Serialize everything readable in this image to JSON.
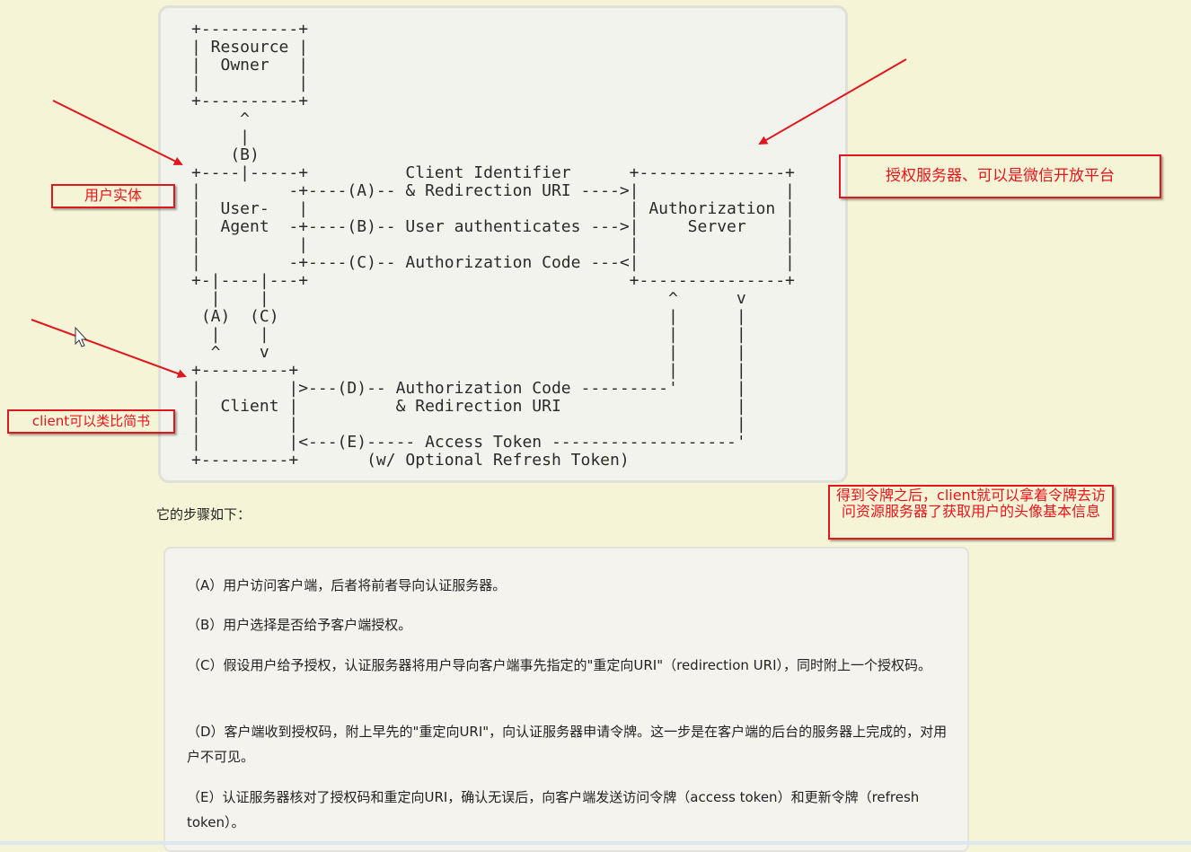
{
  "diagram": {
    "lines": [
      "+----------+",
      "| Resource |",
      "|  Owner   |",
      "|          |",
      "+----------+",
      "     ^",
      "     |",
      "    (B)",
      "+----|-----+          Client Identifier      +---------------+",
      "|         -+----(A)-- & Redirection URI ---->|               |",
      "|  User-   |                                 | Authorization |",
      "|  Agent  -+----(B)-- User authenticates --->|     Server    |",
      "|          |                                 |               |",
      "|         -+----(C)-- Authorization Code ---<|               |",
      "+-|----|---+                                 +---------------+",
      "  |    |                                         ^      v",
      " (A)  (C)                                        |      |",
      "  |    |                                         |      |",
      "  ^    v                                         |      |",
      "+---------+                                      |      |",
      "|         |>---(D)-- Authorization Code ---------'      |",
      "|  Client |          & Redirection URI                  |",
      "|         |                                             |",
      "|         |<---(E)----- Access Token -------------------'",
      "+---------+       (w/ Optional Refresh Token)"
    ]
  },
  "annotations": {
    "user_entity": "用户实体",
    "auth_server": "授权服务器、可以是微信开放平台",
    "client_analogy": "client可以类比简书",
    "token_usage": "得到令牌之后，client就可以拿着令牌去访问资源服务器了获取用户的头像基本信息"
  },
  "steps_intro": "它的步骤如下：",
  "steps": [
    "（A）用户访问客户端，后者将前者导向认证服务器。",
    "（B）用户选择是否给予客户端授权。",
    "（C）假设用户给予授权，认证服务器将用户导向客户端事先指定的\"重定向URI\"（redirection URI），同时附上一个授权码。",
    "（D）客户端收到授权码，附上早先的\"重定向URI\"，向认证服务器申请令牌。这一步是在客户端的后台的服务器上完成的，对用户不可见。",
    "（E）认证服务器核对了授权码和重定向URI，确认无误后，向客户端发送访问令牌（access token）和更新令牌（refresh token）。"
  ],
  "colors": {
    "annotation_red": "#e8141b",
    "page_bg": "#f6f4d6"
  }
}
